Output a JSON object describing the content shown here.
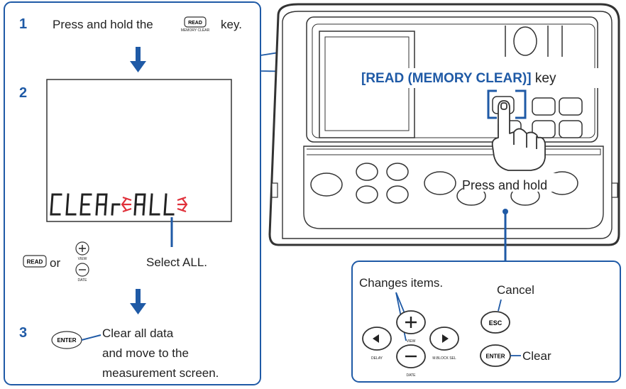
{
  "steps": [
    {
      "num": "1",
      "text_before": "Press and hold the",
      "text_after": "key."
    },
    {
      "num": "2"
    },
    {
      "num": "3",
      "lines": [
        "Clear all data",
        "and move to the",
        "measurement screen."
      ]
    }
  ],
  "key_labels": {
    "read": "READ",
    "memory_clear": "MEMORY CLEAR",
    "enter": "ENTER",
    "esc": "ESC",
    "view": "VIEW",
    "date": "DATE",
    "delay": "DELAY",
    "mblock": "M.BLOCK SEL"
  },
  "lcd_text": "CLEAr ALL",
  "select_row": {
    "or": "or",
    "label": "Select ALL."
  },
  "device": {
    "callout_bracket": "[READ (MEMORY CLEAR)]",
    "callout_key": " key",
    "press_hold": "Press and hold"
  },
  "inset": {
    "changes_items": "Changes items.",
    "cancel": "Cancel",
    "clear": "Clear"
  },
  "colors": {
    "accent": "#1f5aa6",
    "blink": "#e0303a",
    "outline": "#333333"
  }
}
